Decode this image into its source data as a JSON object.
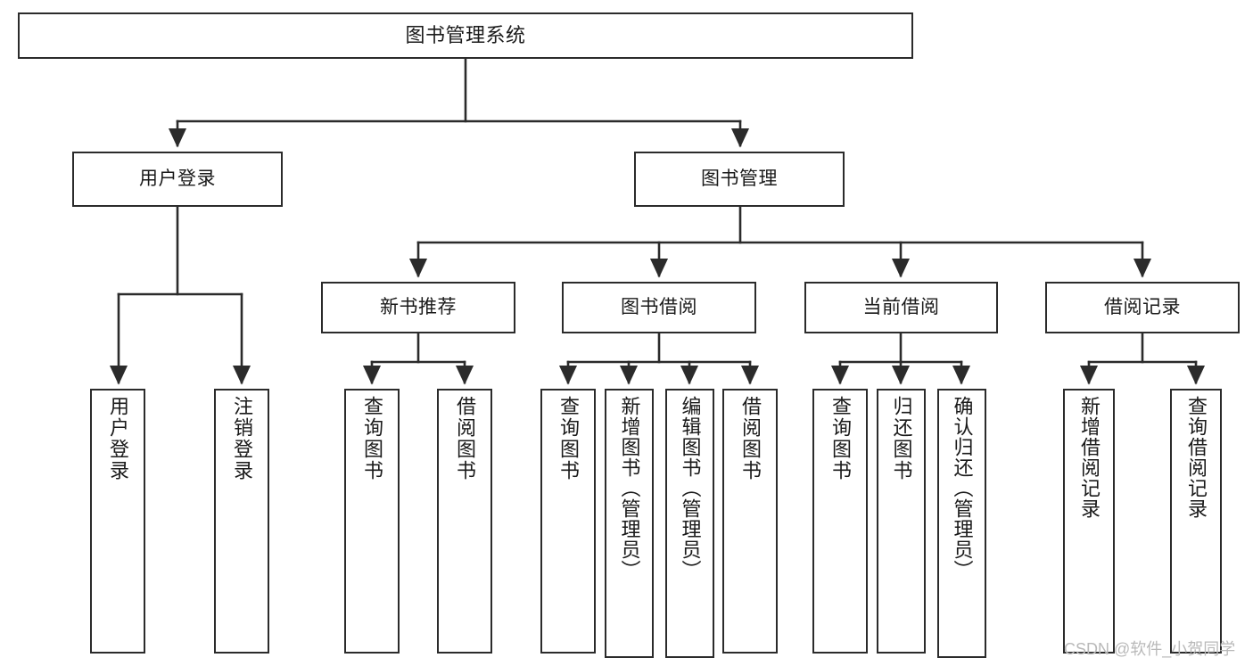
{
  "diagram": {
    "title": "图书管理系统",
    "type": "tree",
    "style": {
      "box_border_color": "#2b2b2b",
      "box_fill_color": "#ffffff",
      "edge_color": "#2b2b2b",
      "background": "#ffffff",
      "watermark_color": "#b9b9b9"
    },
    "watermark": "CSDN @软件_小贺同学",
    "nodes": {
      "root": {
        "label": "图书管理系统",
        "level": 1
      },
      "l2": [
        {
          "id": "user-login",
          "label": "用户登录",
          "level": 2
        },
        {
          "id": "book-manage",
          "label": "图书管理",
          "level": 2
        }
      ],
      "l3": [
        {
          "id": "new-book-recommend",
          "label": "新书推荐",
          "level": 3,
          "parent": "book-manage"
        },
        {
          "id": "book-borrow",
          "label": "图书借阅",
          "level": 3,
          "parent": "book-manage"
        },
        {
          "id": "current-borrow",
          "label": "当前借阅",
          "level": 3,
          "parent": "book-manage"
        },
        {
          "id": "borrow-record",
          "label": "借阅记录",
          "level": 3,
          "parent": "book-manage"
        }
      ],
      "leaves": [
        {
          "id": "leaf-user-login",
          "label": "用户登录",
          "parent": "user-login"
        },
        {
          "id": "leaf-user-logout",
          "label": "注销登录",
          "parent": "user-login"
        },
        {
          "id": "leaf-query-book-1",
          "label": "查询图书",
          "parent": "new-book-recommend"
        },
        {
          "id": "leaf-borrow-book-1",
          "label": "借阅图书",
          "parent": "new-book-recommend"
        },
        {
          "id": "leaf-query-book-2",
          "label": "查询图书",
          "parent": "book-borrow"
        },
        {
          "id": "leaf-add-book",
          "label": "新增图书（管理员）",
          "parent": "book-borrow"
        },
        {
          "id": "leaf-edit-book",
          "label": "编辑图书（管理员）",
          "parent": "book-borrow"
        },
        {
          "id": "leaf-borrow-book-2",
          "label": "借阅图书",
          "parent": "book-borrow"
        },
        {
          "id": "leaf-query-book-3",
          "label": "查询图书",
          "parent": "current-borrow"
        },
        {
          "id": "leaf-return-book",
          "label": "归还图书",
          "parent": "current-borrow"
        },
        {
          "id": "leaf-confirm-return",
          "label": "确认归还（管理员）",
          "parent": "current-borrow"
        },
        {
          "id": "leaf-add-record",
          "label": "新增借阅记录",
          "parent": "borrow-record"
        },
        {
          "id": "leaf-query-record",
          "label": "查询借阅记录",
          "parent": "borrow-record"
        }
      ]
    }
  }
}
